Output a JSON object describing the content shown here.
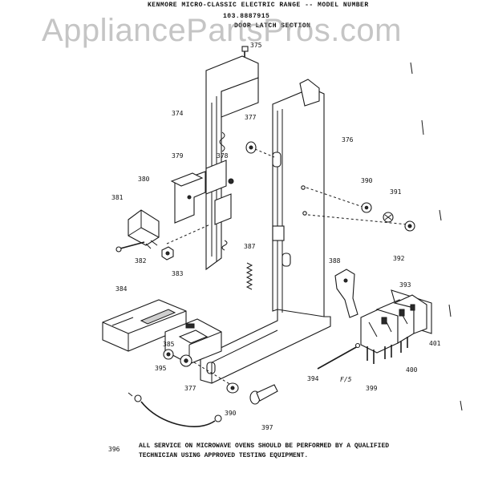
{
  "header": {
    "line1": "KENMORE MICRO-CLASSIC ELECTRIC RANGE -- MODEL NUMBER",
    "line2": "103.8887915",
    "line3": "DOOR LATCH SECTION"
  },
  "watermark": "AppliancePartsPros.com",
  "footer_note": {
    "line1": "ALL SERVICE ON MICROWAVE OVENS SHOULD BE PERFORMED BY A QUALIFIED",
    "line2": "TECHNICIAN USING APPROVED TESTING EQUIPMENT."
  },
  "parts": [
    {
      "id": "p375",
      "label": "375"
    },
    {
      "id": "p374",
      "label": "374"
    },
    {
      "id": "p377a",
      "label": "377"
    },
    {
      "id": "p376",
      "label": "376"
    },
    {
      "id": "p378",
      "label": "378"
    },
    {
      "id": "p379",
      "label": "379"
    },
    {
      "id": "p380",
      "label": "380"
    },
    {
      "id": "p381",
      "label": "381"
    },
    {
      "id": "p382",
      "label": "382"
    },
    {
      "id": "p383",
      "label": "383"
    },
    {
      "id": "p387",
      "label": "387"
    },
    {
      "id": "p390a",
      "label": "390"
    },
    {
      "id": "p391",
      "label": "391"
    },
    {
      "id": "p392",
      "label": "392"
    },
    {
      "id": "p388",
      "label": "388"
    },
    {
      "id": "p393",
      "label": "393"
    },
    {
      "id": "p384",
      "label": "384"
    },
    {
      "id": "p385",
      "label": "385"
    },
    {
      "id": "p401",
      "label": "401"
    },
    {
      "id": "p395",
      "label": "395"
    },
    {
      "id": "p377b",
      "label": "377"
    },
    {
      "id": "p394",
      "label": "394"
    },
    {
      "id": "p400",
      "label": "400"
    },
    {
      "id": "p399",
      "label": "399"
    },
    {
      "id": "p390b",
      "label": "390"
    },
    {
      "id": "p397",
      "label": "397"
    },
    {
      "id": "p396",
      "label": "396"
    }
  ],
  "misc": {
    "page_mark": "F/5"
  }
}
